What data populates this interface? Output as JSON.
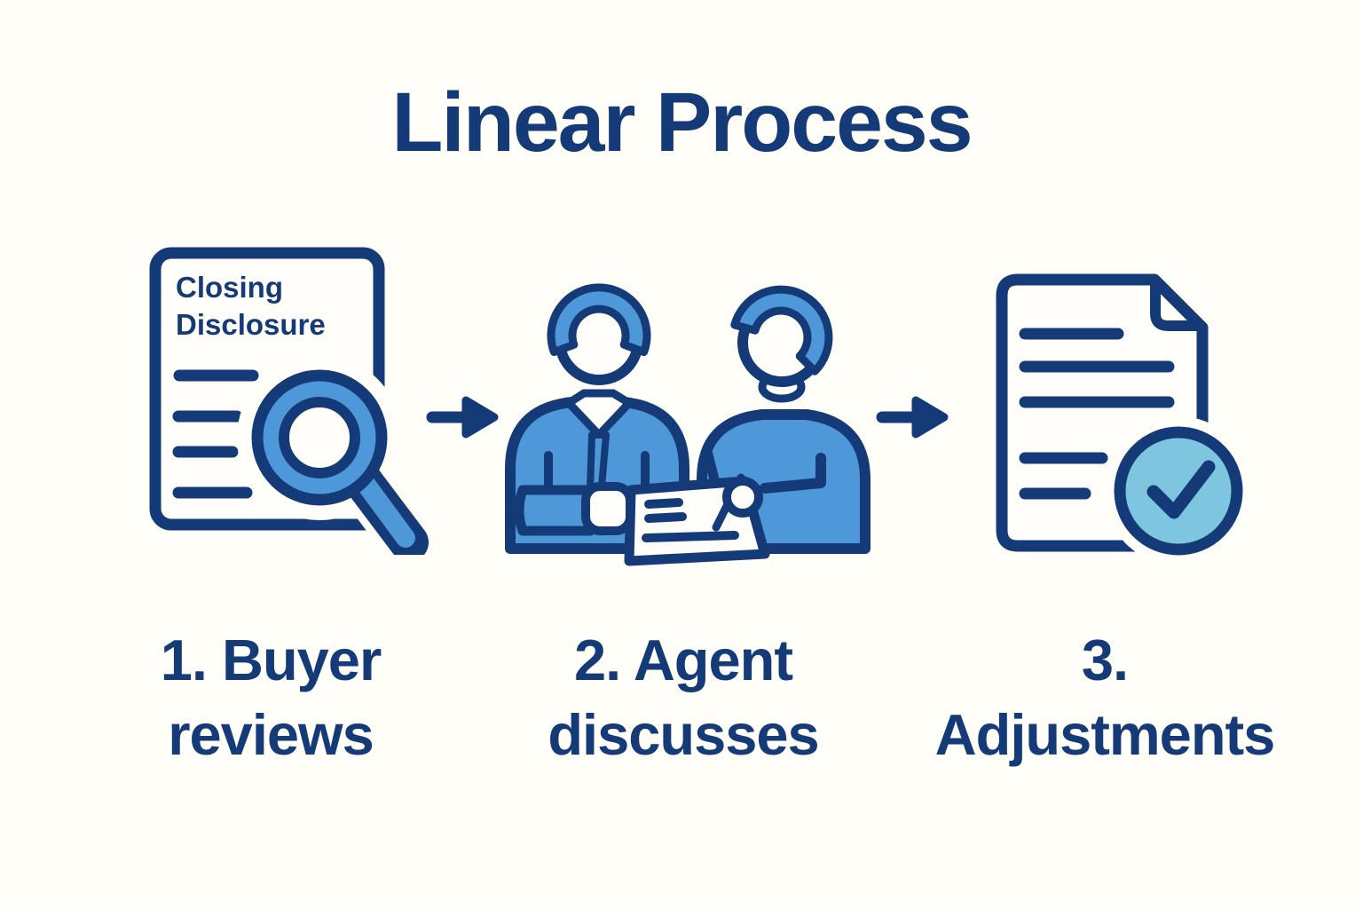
{
  "title": "Linear Process",
  "background_color": "#FFFEF8",
  "colors": {
    "navy_outline": "#143A78",
    "medium_blue": "#4E97D8",
    "sky_blue_check": "#7EC6DF",
    "paper_white": "#FFFEFB"
  },
  "steps": [
    {
      "label": "1. Buyer\nreviews",
      "icon": "document-magnifier-icon",
      "document_title_line1": "Closing",
      "document_title_line2": "Disclosure"
    },
    {
      "label": "2. Agent\ndiscusses",
      "icon": "agents-discussion-icon"
    },
    {
      "label": "3.\nAdjustments",
      "icon": "approved-document-icon"
    }
  ],
  "connector_icon": "arrow-right-icon"
}
